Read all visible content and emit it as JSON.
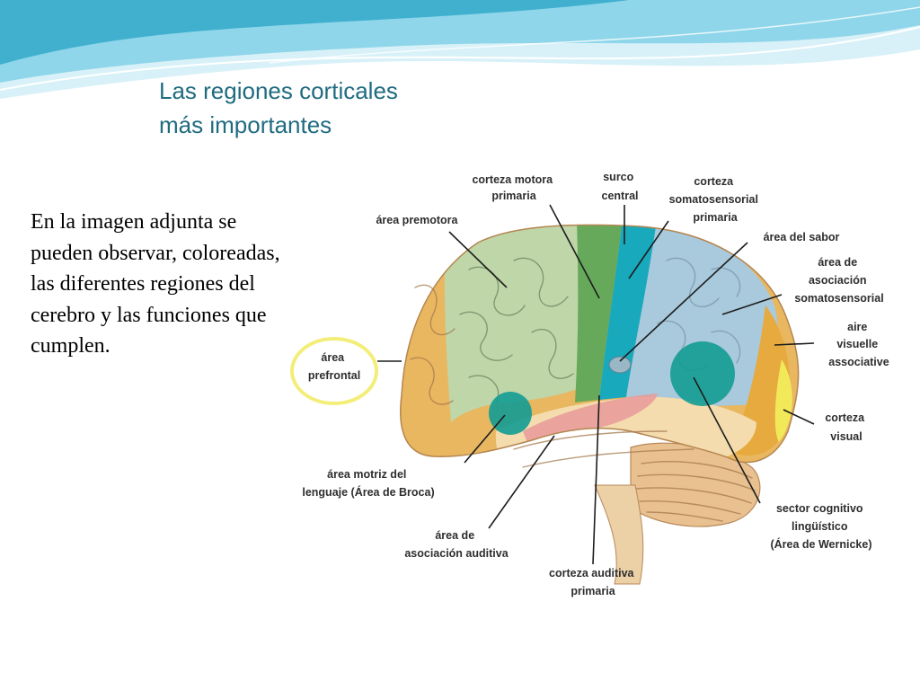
{
  "slide": {
    "title_line1": "Las regiones corticales",
    "title_line2": "más importantes",
    "body": "En la imagen adjunta se pueden observar, coloreadas, las diferentes regiones del cerebro y las funciones que cumplen."
  },
  "colors": {
    "title": "#1f6b80",
    "wave_light": "#cdeef6",
    "wave_mid": "#7fd0e6",
    "wave_dark": "#3aa9c9",
    "region_prefrontal": "#e9b760",
    "region_premotor": "#bfd6a9",
    "region_motor": "#67a95b",
    "region_somatosensory": "#19a9bd",
    "region_association": "#a9c9dc",
    "region_visual": "#f2e95a",
    "region_temporal": "#f4dcae",
    "region_auditory": "#e79a9a",
    "region_teal": "#139c93"
  },
  "diagram": {
    "labels": {
      "motor_primary": [
        "corteza motora",
        "primaria"
      ],
      "central_sulcus": [
        "surco",
        "central"
      ],
      "somatosensory_primary": [
        "corteza",
        "somatosensorial",
        "primaria"
      ],
      "premotor": [
        "área premotora"
      ],
      "taste": [
        "área del sabor"
      ],
      "somatosensory_assoc": [
        "área de",
        "asociación",
        "somatosensorial"
      ],
      "visual_assoc": [
        "aire",
        "visuelle",
        "associative"
      ],
      "prefrontal": [
        "área",
        "prefrontal"
      ],
      "visual_cortex": [
        "corteza",
        "visual"
      ],
      "broca": [
        "área motriz del",
        "lenguaje (Área de Broca)"
      ],
      "wernicke": [
        "sector cognitivo",
        "lingüístico",
        "(Área de Wernicke)"
      ],
      "auditory_assoc": [
        "área de",
        "asociación auditiva"
      ],
      "auditory_primary": [
        "corteza auditiva",
        "primaria"
      ]
    }
  }
}
